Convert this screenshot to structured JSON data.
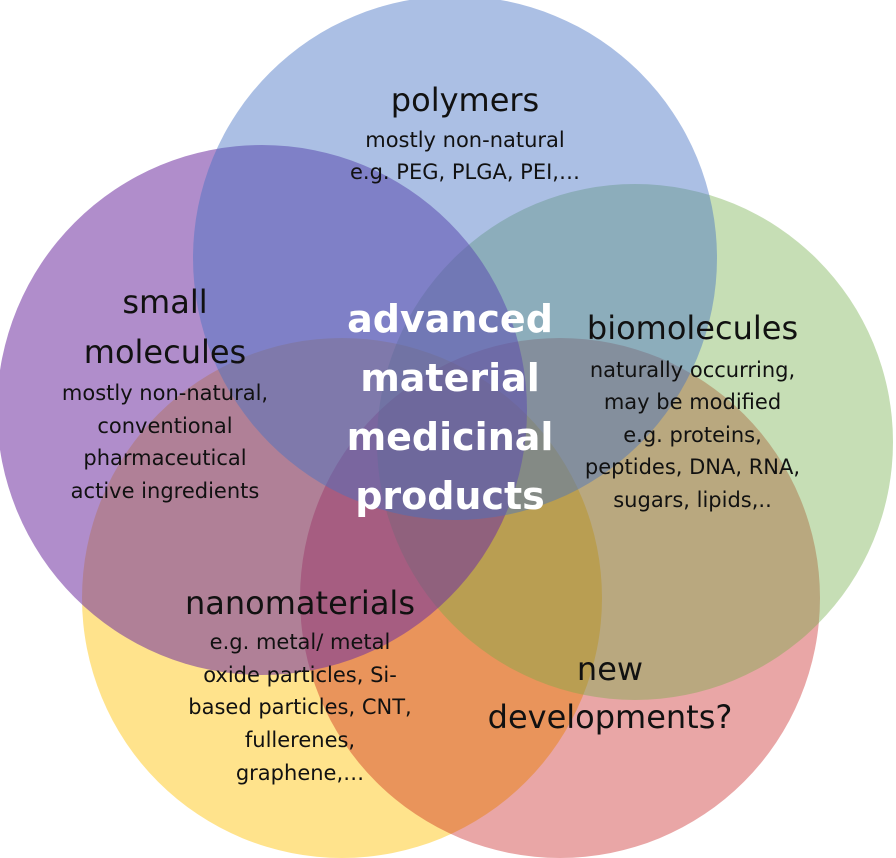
{
  "center": {
    "lines": [
      "advanced",
      "material",
      "medicinal",
      "products"
    ],
    "color": "#ffffff"
  },
  "circles": [
    {
      "key": "polymers",
      "color": "#4472C4",
      "title": [
        "polymers"
      ],
      "desc": [
        "mostly non-natural",
        "e.g. PEG, PLGA, PEI,…"
      ]
    },
    {
      "key": "small-molecules",
      "color": "#7030A0",
      "title": [
        "small",
        "molecules"
      ],
      "desc": [
        "mostly non-natural,",
        "conventional",
        "pharmaceutical",
        "active ingredients"
      ]
    },
    {
      "key": "biomolecules",
      "color": "#70AD47",
      "title": [
        "biomolecules"
      ],
      "desc": [
        "naturally occurring,",
        "may be modified",
        "e.g. proteins,",
        "peptides, DNA, RNA,",
        "sugars, lipids,.."
      ]
    },
    {
      "key": "nanomaterials",
      "color": "#FFC000",
      "title": [
        "nanomaterials"
      ],
      "desc": [
        "e.g. metal/ metal",
        "oxide particles, Si-",
        "based particles, CNT,",
        "fullerenes,",
        "graphene,…"
      ]
    },
    {
      "key": "new-developments",
      "color": "#C00000",
      "title": [
        "new",
        "developments?"
      ],
      "desc": []
    }
  ]
}
